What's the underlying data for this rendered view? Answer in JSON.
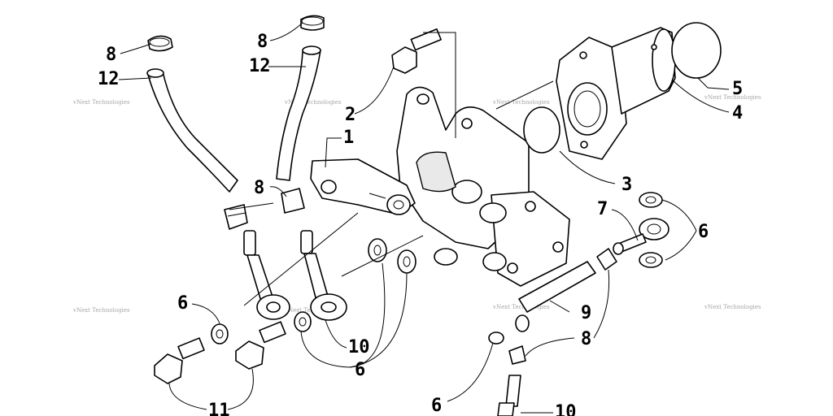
{
  "callouts": [
    "8",
    "12",
    "8",
    "12",
    "2",
    "1",
    "8",
    "5",
    "4",
    "3",
    "7",
    "6",
    "6",
    "9",
    "8",
    "10",
    "6",
    "11",
    "6",
    "10"
  ],
  "watermark": "vNext Technologies"
}
